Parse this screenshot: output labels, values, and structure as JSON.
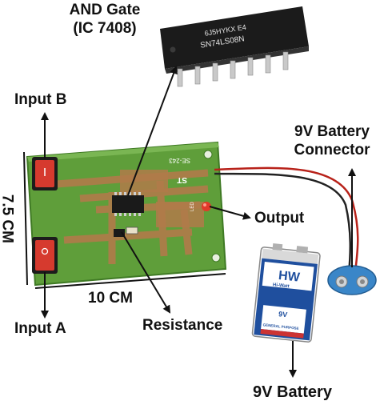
{
  "labels": {
    "and_gate_line1": "AND Gate",
    "and_gate_line2": "(IC 7408)",
    "input_b": "Input B",
    "input_a": "Input A",
    "battery_connector_line1": "9V Battery",
    "battery_connector_line2": "Connector",
    "output": "Output",
    "height_dim": "7.5 CM",
    "width_dim": "10 CM",
    "resistance": "Resistance",
    "battery": "9V Battery"
  },
  "chip_marking": {
    "line1": "6J5HYKX E4",
    "line2": "SN74LS08N"
  },
  "board_marking": {
    "code": "SE-243",
    "tag": "ST",
    "led_tag": "LED"
  },
  "battery_print": {
    "brand_logo": "HW",
    "brand_name": "Hi-Watt",
    "voltage": "9V",
    "purpose": "GENERAL PURPOSE"
  },
  "colors": {
    "pcb_green": "#5f9e3a",
    "pcb_copper": "#b07a4a",
    "switch_red": "#d63a2e",
    "connector_blue": "#3a86c8",
    "battery_blue": "#1f4f9e"
  }
}
